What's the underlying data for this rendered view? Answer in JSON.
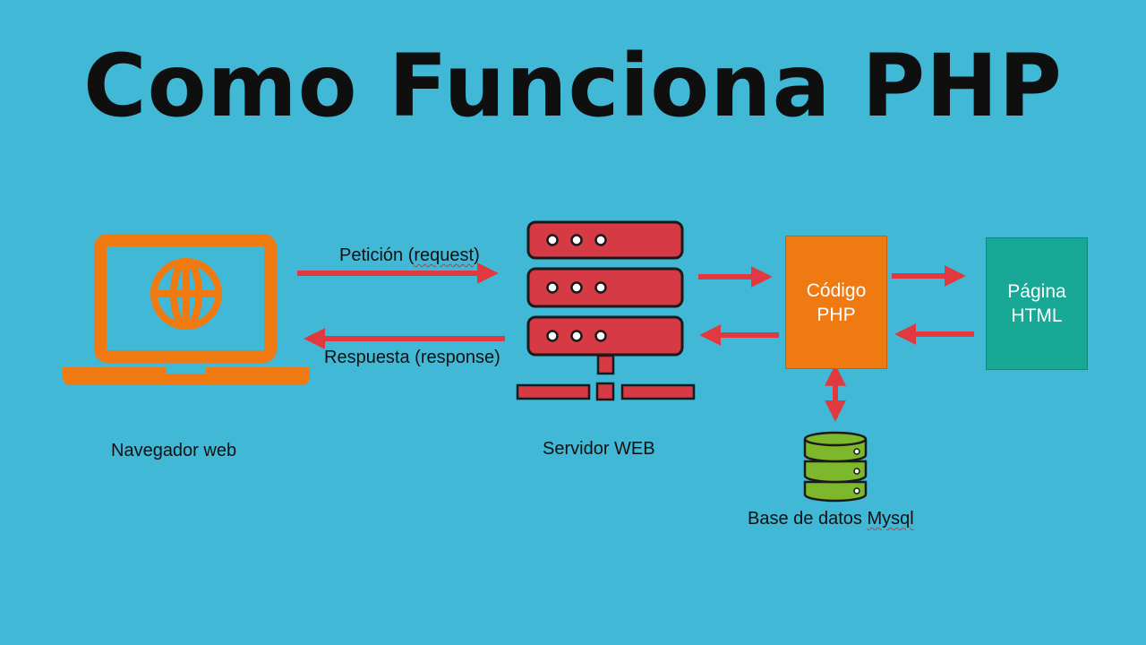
{
  "title": "Como Funciona PHP",
  "labels": {
    "browser": "Navegador web",
    "server": "Servidor WEB",
    "database_prefix": "Base de datos ",
    "database_word": "Mysql",
    "request_prefix": "Petición (",
    "request_word": "request",
    "request_suffix": ")",
    "response": "Respuesta (response)"
  },
  "boxes": {
    "php": [
      "Código",
      "PHP"
    ],
    "html": [
      "Página",
      "HTML"
    ]
  },
  "colors": {
    "background": "#41b8d5",
    "laptop": "#f07a12",
    "server": "#d63a45",
    "arrow": "#e0393f",
    "php_box": "#f07a12",
    "html_box": "#18a896",
    "database": "#7cb72c"
  },
  "icons": [
    "laptop-globe-icon",
    "server-rack-icon",
    "database-icon"
  ]
}
